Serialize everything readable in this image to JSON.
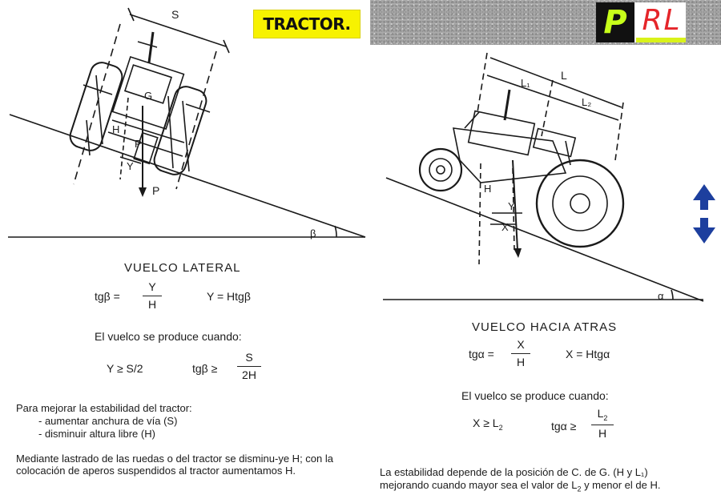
{
  "header": {
    "title": "TRACTOR.",
    "logo": {
      "letter_p": "P",
      "letters_rl": "RL",
      "colors": {
        "p_bg": "#111111",
        "p_fg": "#c7ff1a",
        "rl": "#e5252a",
        "underline": "#d9f21a"
      }
    },
    "title_bg_color": "#f7f200"
  },
  "left_diagram": {
    "labels": {
      "s": "S",
      "g": "G",
      "h": "H",
      "y": "Y",
      "p_small": "P",
      "p": "P",
      "beta": "β"
    }
  },
  "right_diagram": {
    "labels": {
      "l": "L",
      "l1": "L₁",
      "l2": "L₂",
      "h": "H",
      "y": "Y",
      "x": "X",
      "alpha": "α"
    }
  },
  "left_text": {
    "heading": "VUELCO LATERAL",
    "eq1": {
      "lhs": "tgβ =",
      "num": "Y",
      "den": "H"
    },
    "eq2": "Y = Htgβ",
    "condition": "El vuelco se produce cuando:",
    "eq3": "Y ≥ S/2",
    "eq4": {
      "lhs": "tgβ ≥",
      "num": "S",
      "den": "2H"
    },
    "improve": "Para mejorar la estabilidad del tractor:",
    "bullet1": "- aumentar anchura de vía (S)",
    "bullet2": "- disminuir altura libre (H)",
    "note": "Mediante lastrado de las ruedas o del tractor se disminu-ye H; con la colocación de aperos suspendidos al tractor aumentamos H."
  },
  "right_text": {
    "heading": "VUELCO HACIA ATRAS",
    "eq1": {
      "lhs": "tgα =",
      "num": "X",
      "den": "H"
    },
    "eq2": "X = Htgα",
    "condition": "El vuelco se produce cuando:",
    "eq3": {
      "base": "X ≥ L",
      "sub": "2"
    },
    "eq4": {
      "lhs": "tgα ≥",
      "num_base": "L",
      "num_sub": "2",
      "den": "H"
    },
    "note_line1": "La estabilidad depende de la posición de C. de G. (H y L₁)",
    "note_line2_a": "mejorando cuando mayor sea el valor de L",
    "note_line2_sub": "2",
    "note_line2_b": " y menor el de H."
  },
  "side_control": {
    "icon": "up-down-arrows-icon",
    "color": "#1d3f9e"
  }
}
